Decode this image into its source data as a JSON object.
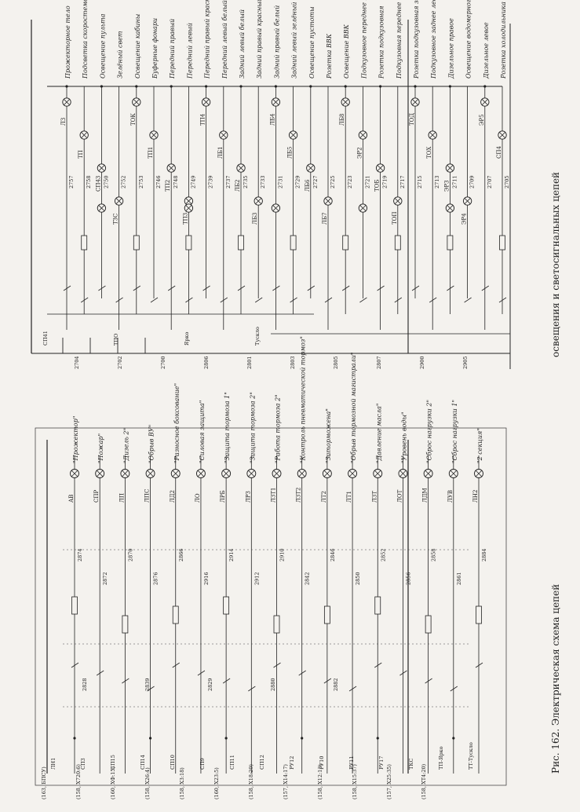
{
  "figure": {
    "caption": "Рис. 162. Электрическая схема цепей",
    "caption_continued": "освещения и светосигнальных цепей"
  },
  "left_panel": {
    "labels": [
      "\"Прожектор\"",
      "\"Пожар\"",
      "\"Дизель 2\"",
      "\"Обрыв ВУ\"",
      "\"Разносное боксование\"",
      "\"Силовая защита\"",
      "\"Защита тормоза 1\"",
      "\"Защита тормоза 2\"",
      "\"Работа тормоза 2\"",
      "\"Контроль пневматической тормоз\"",
      "\"Заторможена\"",
      "\"Обрыв тормозной магистрали\"",
      "\"Давление масла\"",
      "\"Уровень воды\"",
      "\"Сброс нагрузки 2\"",
      "\"Сброс нагрузки 1\"",
      "\"2 секция\""
    ],
    "components": [
      "АВ",
      "СПР",
      "ЛП",
      "ЛПС",
      "ЛД2",
      "ЛО",
      "ЛРБ",
      "ЛРЗ",
      "ЛЗТ1",
      "ЛЗТ2",
      "ЛТ2",
      "ЛТ1",
      "ЛЗТ",
      "ЛОТ",
      "ЛДМ",
      "ЛУВ",
      "ЛН2",
      "ЛН1",
      "СП3",
      "СП15",
      "СП14",
      "СП10",
      "СП9",
      "СП11",
      "СП12",
      "РУ12",
      "РУ10",
      "РУ11",
      "РУ17",
      "ТКС",
      "ТП-Ярко",
      "ТТ-Тускло"
    ],
    "wires": [
      "2874",
      "2872",
      "2870",
      "2876",
      "2866",
      "2916",
      "2914",
      "2912",
      "2910",
      "2842",
      "2846",
      "2850",
      "2852",
      "2856",
      "2858",
      "2861",
      "2884",
      "2828",
      "2839",
      "2829",
      "2880",
      "2882"
    ],
    "terminals": [
      "(163, БПСУ)",
      "(158, Х720:6)",
      "(160, ХФ:15)",
      "(158, Х26:4)",
      "(158, Х3:18)",
      "(160, Х23:5)",
      "(158, Х18:20)",
      "(157, Х14:17)",
      "(158, Х12:13)",
      "(158, Х15:37)",
      "(157, Х25:35)",
      "(158, ХТ4:20)"
    ]
  },
  "right_panel": {
    "labels": [
      "Прожекторное тело",
      "Подсветка скоростемера",
      "Освещение пульта",
      "Зелёный свет",
      "Освещение кабины",
      "Буферные фонари",
      "Передний правый",
      "Передний левый",
      "Передний правый красный",
      "Передний левый белый",
      "Задний левый белый",
      "Задний правый красный",
      "Задний правый белый",
      "Задний левый зелёный",
      "Освещение пустоты",
      "Розетка ВВК",
      "Освещение ВВК",
      "Подкузовное переднее левое",
      "Розетка подкузовная",
      "Подкузовная переднее правое",
      "Розетка подкузовная заднее правое",
      "Подкузовное заднее левое",
      "Дизельное правое",
      "Освещение водомерного стекла",
      "Дизельное левое",
      "Розетка холодильника"
    ],
    "components": [
      "ЛЗ",
      "ТП",
      "СП43",
      "ТЗС",
      "ТОК",
      "ТП1",
      "ТП2",
      "ТП3",
      "ТП4",
      "ЛБ1",
      "ЛБ2",
      "ЛБ3",
      "ЛБ4",
      "ЛБ5",
      "ЛБ6",
      "ЛБ7",
      "ЛБ8",
      "ЭР2",
      "ТОБ",
      "ТОП",
      "ТОД",
      "ТОХ",
      "ЭР3",
      "ЭР4",
      "ЭР5",
      "СП4",
      "СП41",
      "ТПО",
      "Ярко",
      "Тускло"
    ],
    "wires": [
      "2757",
      "2758",
      "2750",
      "2752",
      "2753",
      "2746",
      "2748",
      "2749",
      "2739",
      "2737",
      "2735",
      "2733",
      "2731",
      "2729",
      "2727",
      "2725",
      "2723",
      "2721",
      "2719",
      "2717",
      "2715",
      "2713",
      "2711",
      "2709",
      "2707",
      "2705",
      "2704",
      "2702",
      "2700",
      "2806",
      "2801",
      "2803",
      "2805",
      "2807",
      "2900",
      "2905"
    ]
  }
}
